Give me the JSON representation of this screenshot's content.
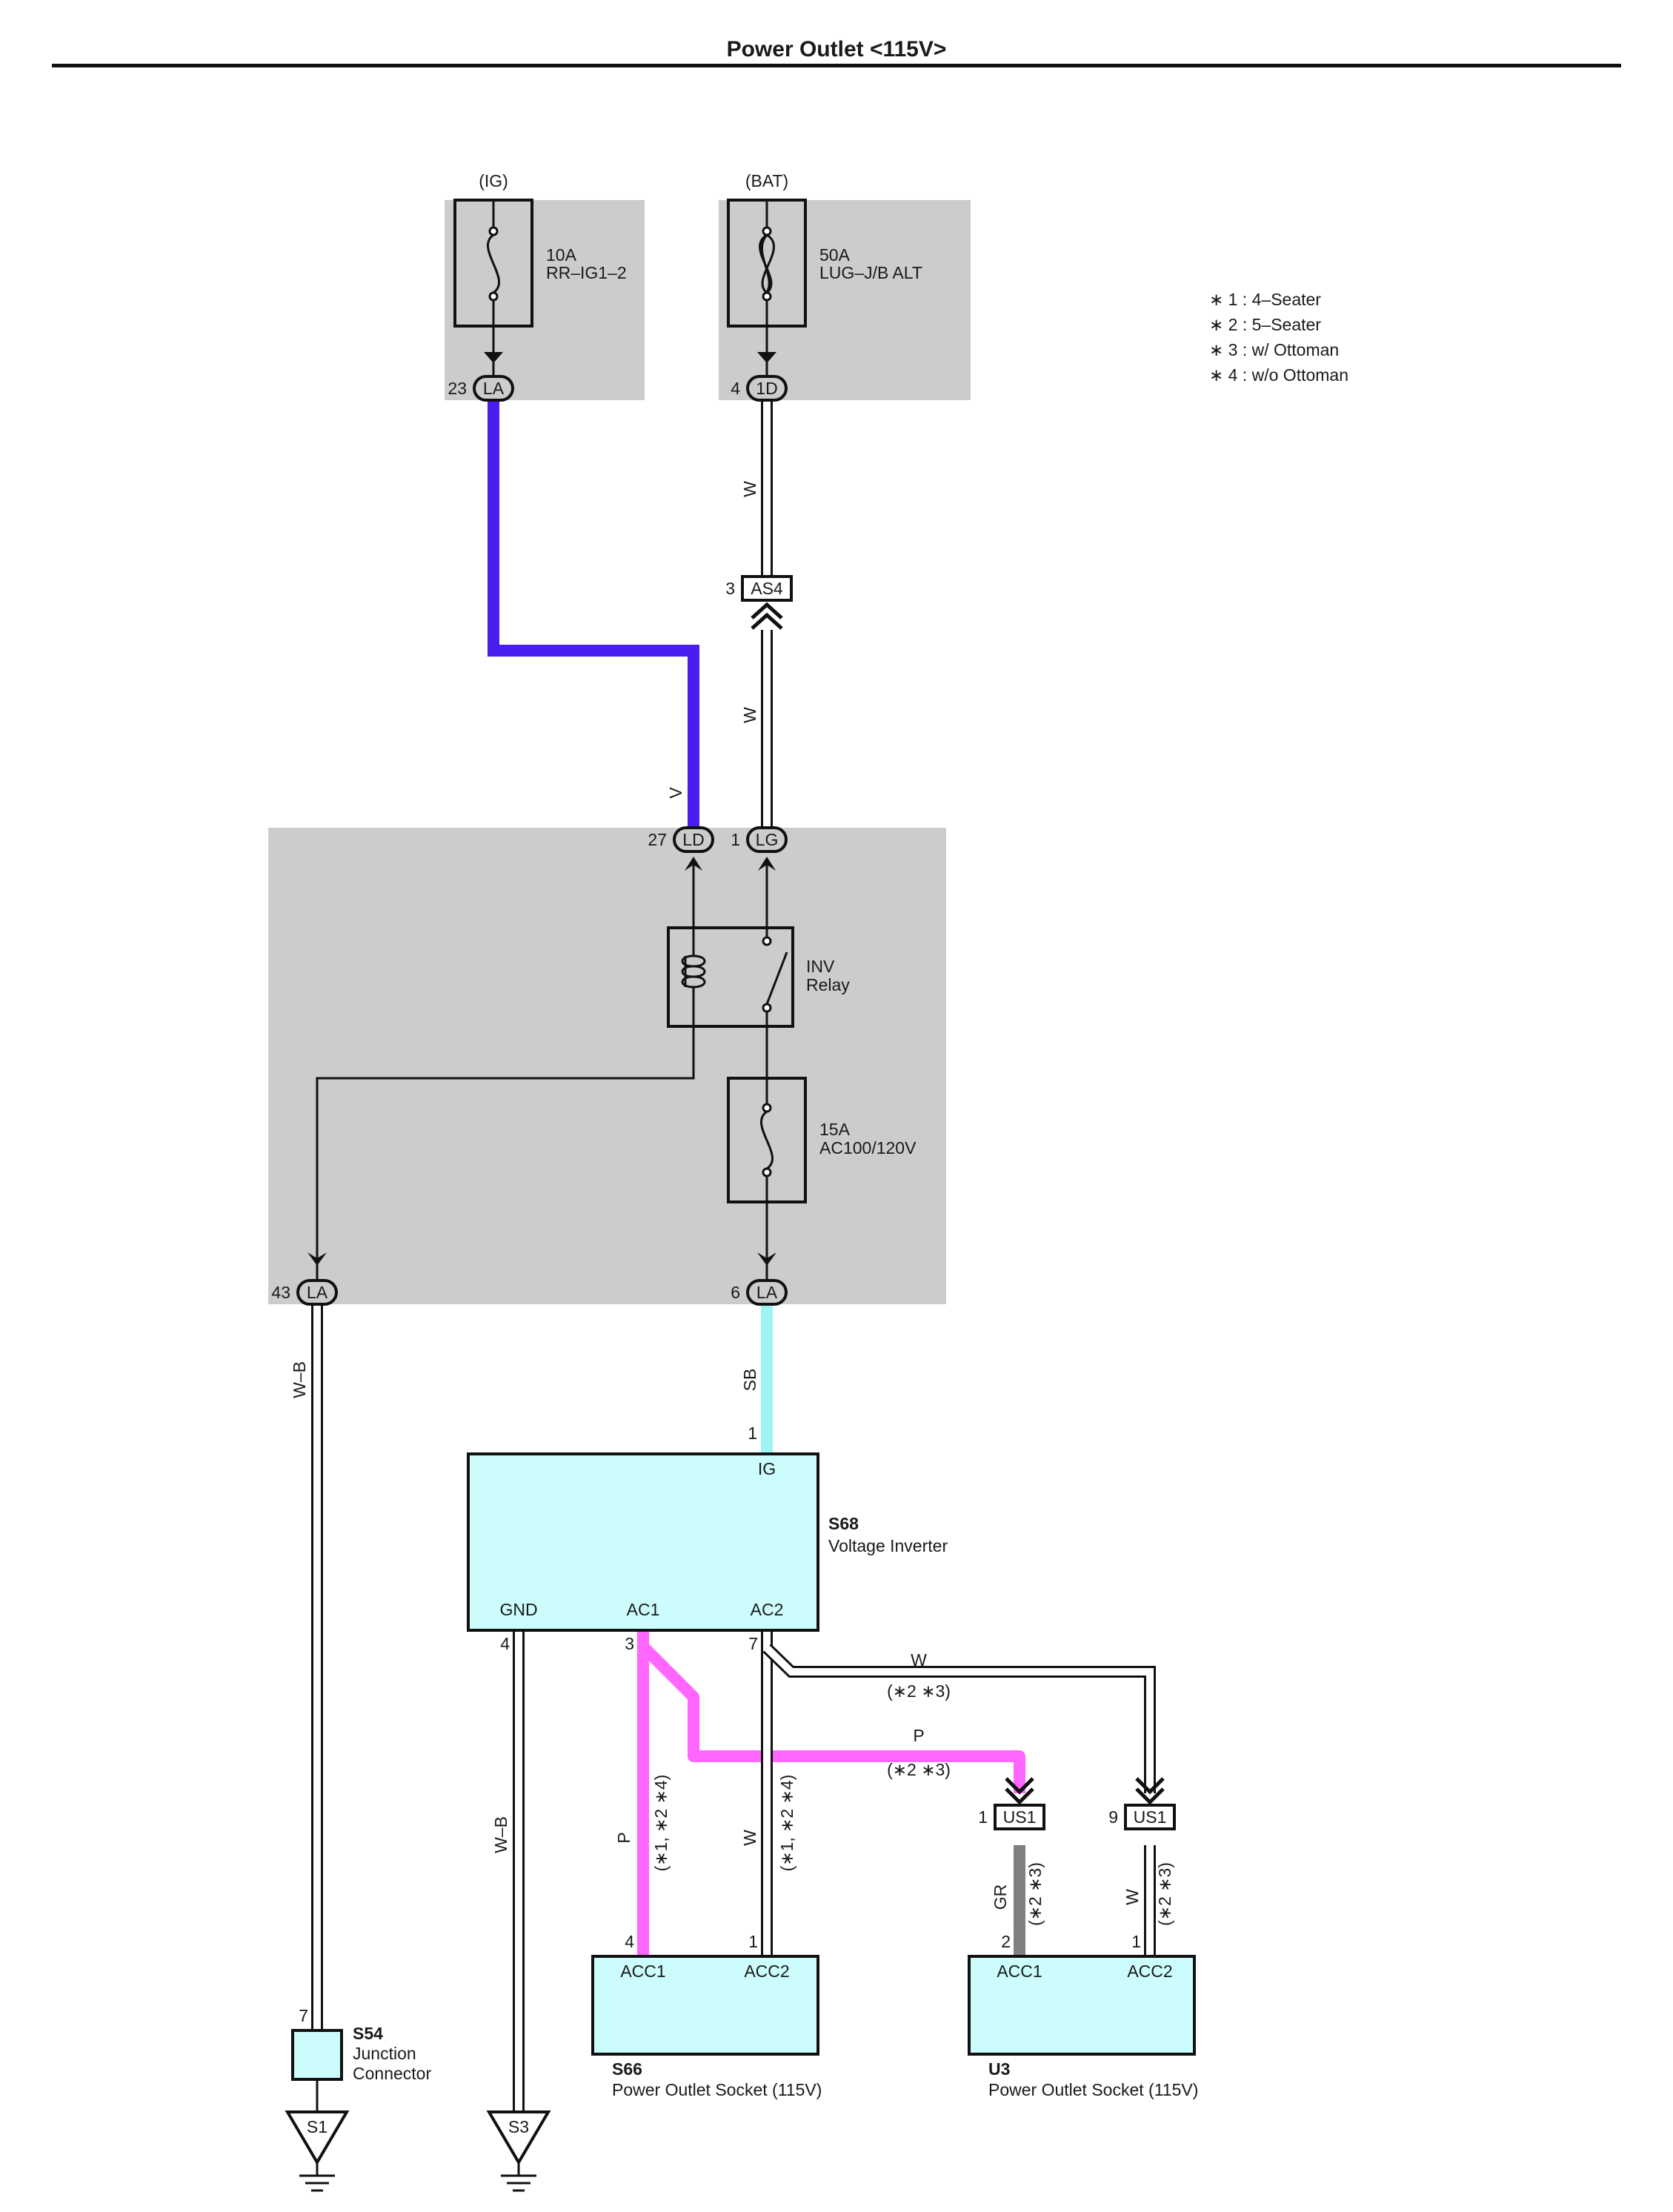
{
  "title": "Power Outlet <115V>",
  "notes": [
    "∗ 1 : 4–Seater",
    "∗ 2 : 5–Seater",
    "∗ 3 : w/ Ottoman",
    "∗ 4 : w/o Ottoman"
  ],
  "colors": {
    "violet": "#4a1ef0",
    "sky_blue": "#9ef4f4",
    "pink": "#ff66ff",
    "gray_wire": "#808080",
    "white_wire": "#ffffff",
    "zone": "#cccccc",
    "component": "#ccfcfc"
  },
  "fuses": {
    "ig": {
      "source": "(IG)",
      "rating": "10A",
      "name": "RR–IG1–2"
    },
    "bat": {
      "source": "(BAT)",
      "rating": "50A",
      "name": "LUG–J/B ALT"
    },
    "ac": {
      "rating": "15A",
      "name": "AC100/120V"
    }
  },
  "relay": {
    "line1": "INV",
    "line2": "Relay"
  },
  "connectors": {
    "la_top": {
      "pin": "23",
      "code": "LA"
    },
    "d1": {
      "pin": "4",
      "code": "1D"
    },
    "as4": {
      "pin": "3",
      "code": "AS4"
    },
    "ld": {
      "pin": "27",
      "code": "LD"
    },
    "lg": {
      "pin": "1",
      "code": "LG"
    },
    "la_left": {
      "pin": "43",
      "code": "LA"
    },
    "la_right": {
      "pin": "6",
      "code": "LA"
    },
    "us1_left": {
      "pin": "1",
      "code": "US1"
    },
    "us1_right": {
      "pin": "9",
      "code": "US1"
    }
  },
  "wires": {
    "v": "V",
    "w1": "W",
    "w2": "W",
    "sb": "SB",
    "wb1": "W–B",
    "wb2": "W–B",
    "w_top": "W",
    "w_top_note": "(∗2 ∗3)",
    "p_mid": "P",
    "p_mid_note": "(∗2 ∗3)",
    "p_s66": "P",
    "p_s66_note": "(∗1, ∗2 ∗4)",
    "w_s66": "W",
    "w_s66_note": "(∗1, ∗2 ∗4)",
    "gr_u3": "GR",
    "gr_u3_note": "(∗2 ∗3)",
    "w_u3": "W",
    "w_u3_note": "(∗2 ∗3)"
  },
  "s68": {
    "id": "S68",
    "name": "Voltage Inverter",
    "ig": "IG",
    "gnd": "GND",
    "ac1": "AC1",
    "ac2": "AC2",
    "pin_ig": "1",
    "pin_gnd": "4",
    "pin_ac1": "3",
    "pin_ac2": "7"
  },
  "s66": {
    "id": "S66",
    "name": "Power Outlet Socket (115V)",
    "acc1": "ACC1",
    "acc2": "ACC2",
    "pin_acc1": "4",
    "pin_acc2": "1"
  },
  "u3": {
    "id": "U3",
    "name": "Power Outlet Socket (115V)",
    "acc1": "ACC1",
    "acc2": "ACC2",
    "pin_acc1": "2",
    "pin_acc2": "1"
  },
  "s54": {
    "id": "S54",
    "line1": "Junction",
    "line2": "Connector",
    "pin": "7"
  },
  "grounds": {
    "s1": "S1",
    "s3": "S3"
  }
}
